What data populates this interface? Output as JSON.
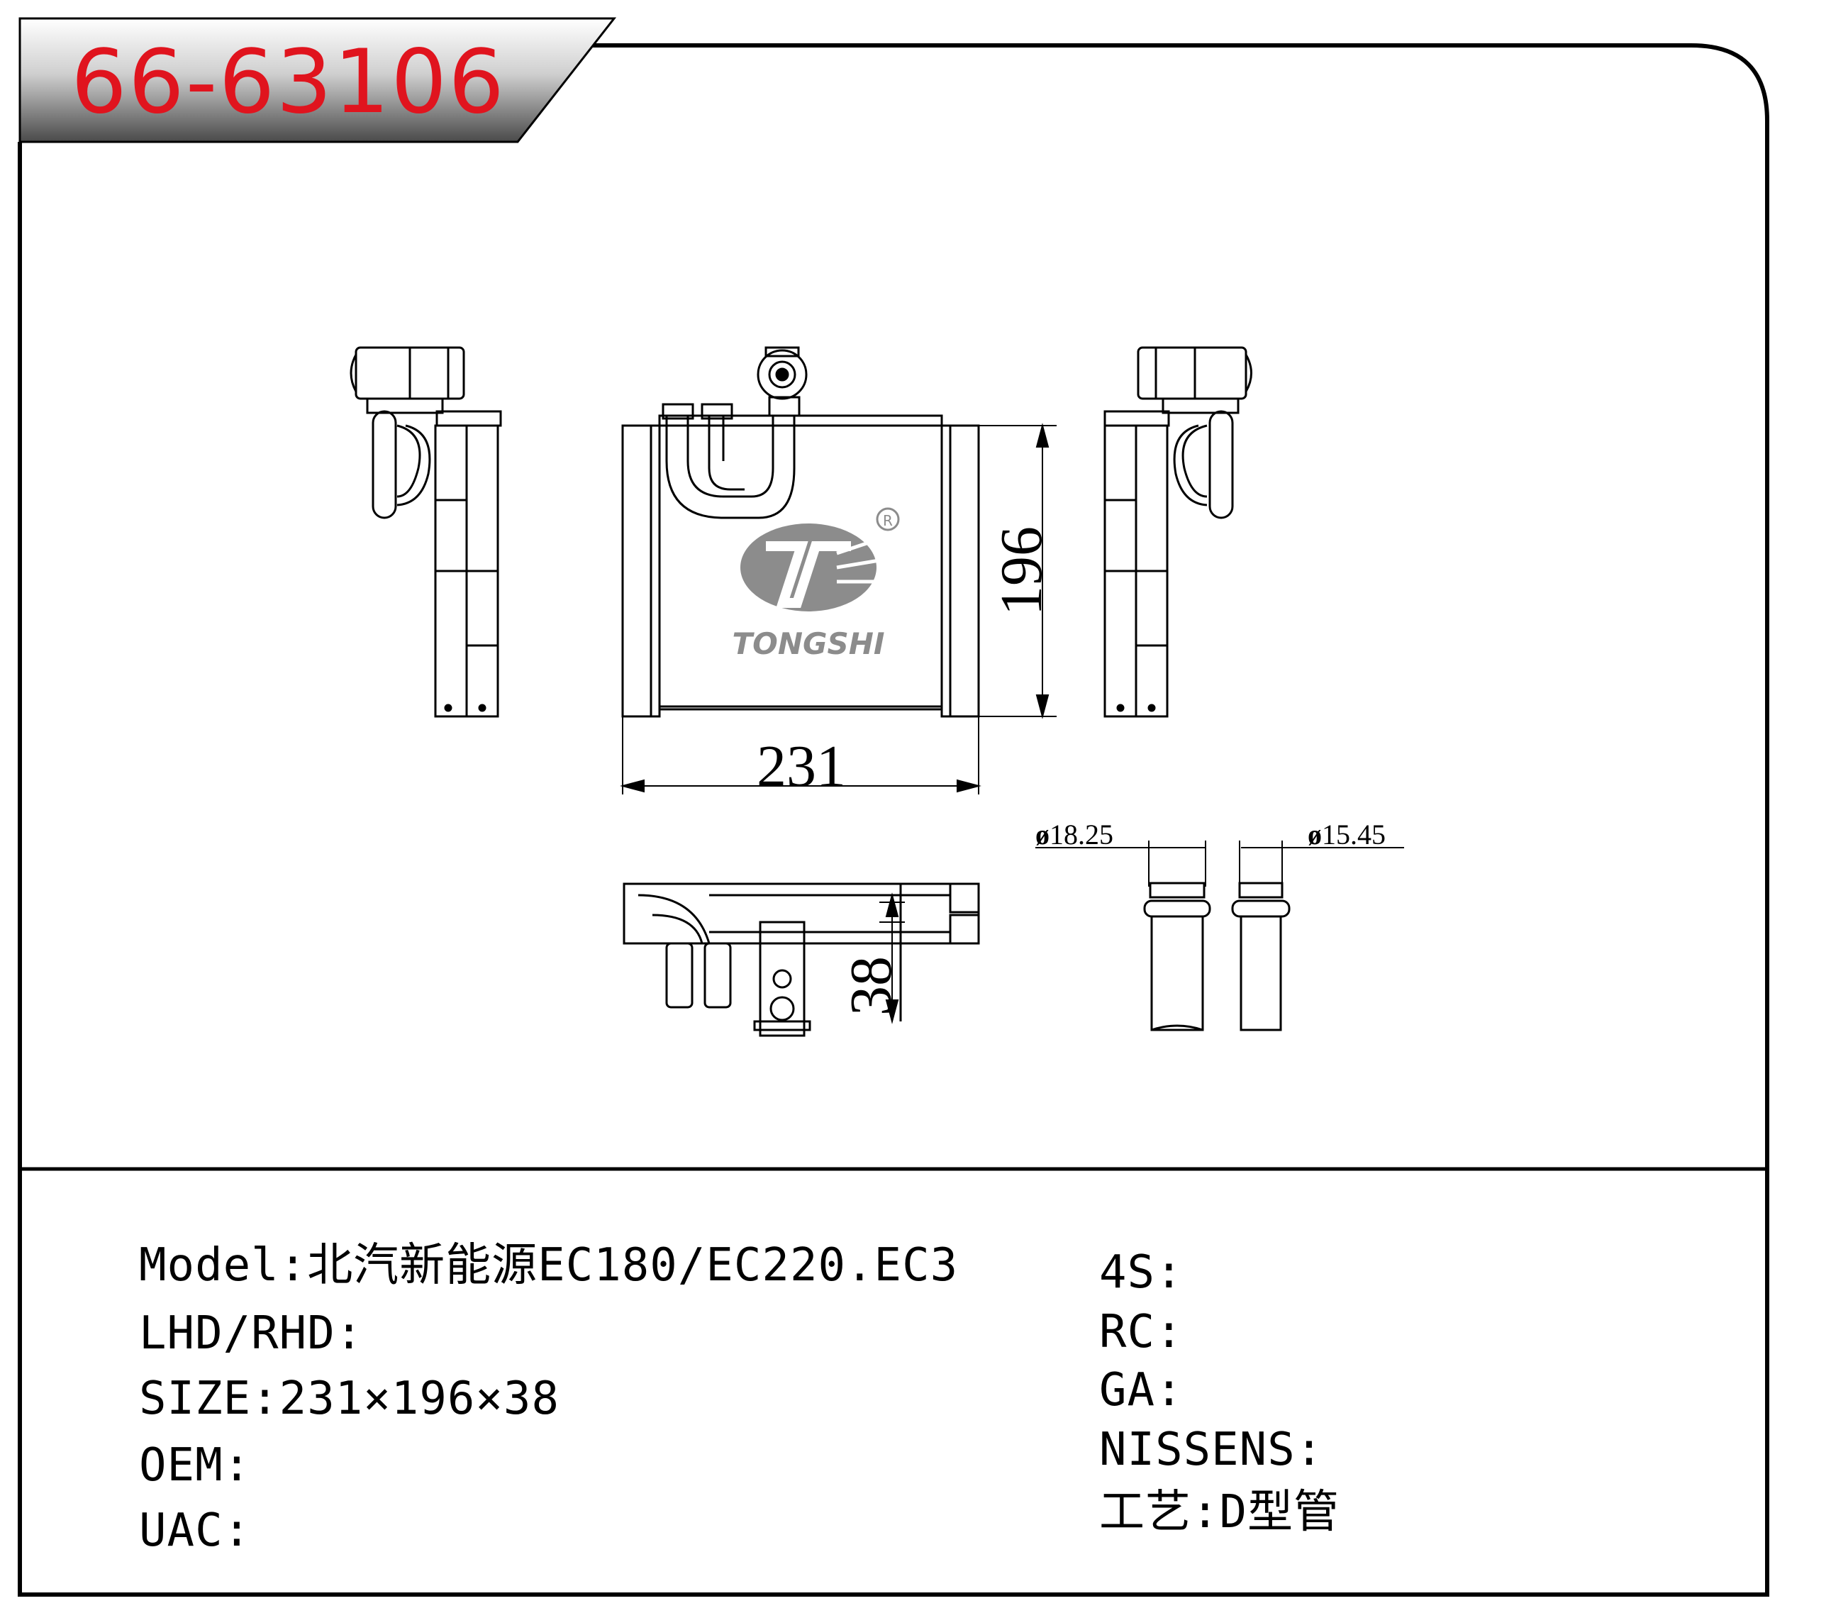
{
  "part_number": "66-63106",
  "brand": {
    "name": "TONGSHI",
    "registered_mark": "R"
  },
  "dimensions": {
    "width": "231",
    "height": "196",
    "depth": "38",
    "pipe_large": "18.25",
    "pipe_small": "15.45",
    "diameter_symbol": "ø"
  },
  "specs_left": [
    {
      "label": "Model:",
      "value": "北汽新能源EC180/EC220.EC3"
    },
    {
      "label": "LHD/RHD:",
      "value": ""
    },
    {
      "label": "SIZE:",
      "value": "231×196×38"
    },
    {
      "label": "OEM:",
      "value": ""
    },
    {
      "label": "UAC:",
      "value": ""
    }
  ],
  "specs_right": [
    {
      "label": "4S:",
      "value": ""
    },
    {
      "label": "RC:",
      "value": ""
    },
    {
      "label": "GA:",
      "value": ""
    },
    {
      "label": "NISSENS:",
      "value": ""
    },
    {
      "label": "工艺:",
      "value": "D型管"
    }
  ],
  "colors": {
    "part_number": "#e0141e",
    "line": "#000000",
    "logo": "#8c8c8c"
  }
}
